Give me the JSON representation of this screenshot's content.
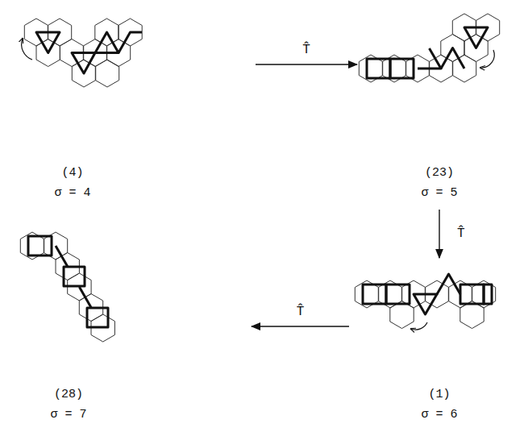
{
  "diagram": {
    "nodes": [
      {
        "text": [
          "(4)",
          "σ = 4"
        ]
      },
      {
        "text": [
          "(23)",
          "σ = 5"
        ]
      },
      {
        "text": [
          "(1)",
          "σ = 6"
        ]
      },
      {
        "text": [
          "(28)",
          "σ = 7"
        ]
      }
    ],
    "edges": [
      {
        "from": 0,
        "to": 1,
        "arrow": "to",
        "label": "T̂"
      },
      {
        "from": 1,
        "to": 2,
        "arrow": "to",
        "label": "T̂"
      },
      {
        "from": 2,
        "to": 3,
        "arrow": "to",
        "label": "T̂"
      }
    ]
  }
}
